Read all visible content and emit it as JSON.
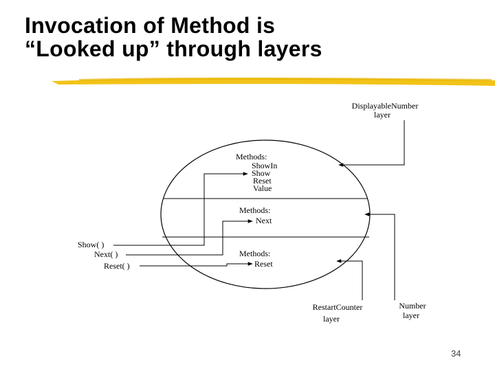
{
  "title": {
    "line1": "Invocation of Method is",
    "line2": "“Looked up” through layers"
  },
  "diagram": {
    "layers": {
      "displayable": {
        "line1": "DisplayableNumber",
        "line2": "layer"
      },
      "restart": {
        "line1": "RestartCounter",
        "line2": "layer"
      },
      "number": {
        "line1": "Number",
        "line2": "layer"
      }
    },
    "groups": {
      "top": {
        "header": "Methods:",
        "items": [
          "ShowIn",
          "Show",
          "Reset",
          "Value"
        ]
      },
      "middle": {
        "header": "Methods:",
        "items": [
          "Next"
        ]
      },
      "bottom": {
        "header": "Methods:",
        "items": [
          "Reset"
        ]
      }
    },
    "calls": [
      "Show( )",
      "Next( )",
      "Reset( )"
    ]
  },
  "page_number": "34",
  "colors": {
    "accent_underline": "#f2c318",
    "line": "#000000"
  }
}
